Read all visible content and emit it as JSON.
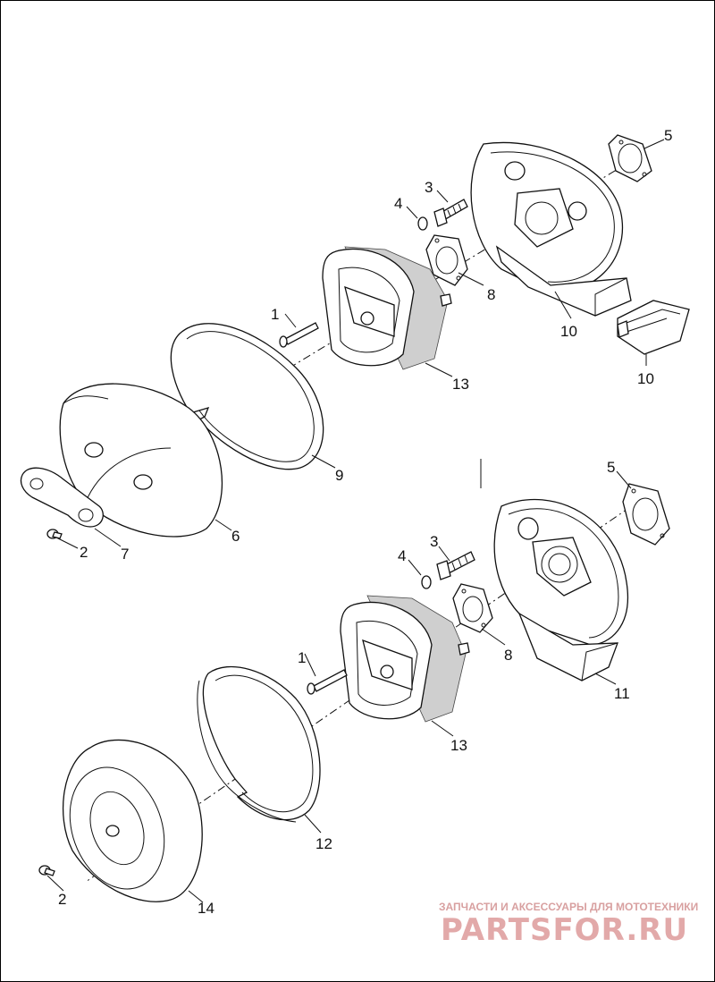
{
  "diagram": {
    "callouts": [
      {
        "id": "c-5-top",
        "text": "5"
      },
      {
        "id": "c-3-top",
        "text": "3"
      },
      {
        "id": "c-4-top",
        "text": "4"
      },
      {
        "id": "c-8-top",
        "text": "8"
      },
      {
        "id": "c-1-top",
        "text": "1"
      },
      {
        "id": "c-10a",
        "text": "10"
      },
      {
        "id": "c-10b",
        "text": "10"
      },
      {
        "id": "c-13-top",
        "text": "13"
      },
      {
        "id": "c-9",
        "text": "9"
      },
      {
        "id": "c-6",
        "text": "6"
      },
      {
        "id": "c-2-top",
        "text": "2"
      },
      {
        "id": "c-7",
        "text": "7"
      },
      {
        "id": "c-5-bot",
        "text": "5"
      },
      {
        "id": "c-3-bot",
        "text": "3"
      },
      {
        "id": "c-4-bot",
        "text": "4"
      },
      {
        "id": "c-8-bot",
        "text": "8"
      },
      {
        "id": "c-1-bot",
        "text": "1"
      },
      {
        "id": "c-11",
        "text": "11"
      },
      {
        "id": "c-13-bot",
        "text": "13"
      },
      {
        "id": "c-12",
        "text": "12"
      },
      {
        "id": "c-2-bot",
        "text": "2"
      },
      {
        "id": "c-14",
        "text": "14"
      }
    ]
  },
  "watermark": {
    "subtitle": "ЗАПЧАСТИ И АКСЕССУАРЫ ДЛЯ МОТОТЕХНИКИ",
    "brand": "PARTSFOR.RU"
  }
}
